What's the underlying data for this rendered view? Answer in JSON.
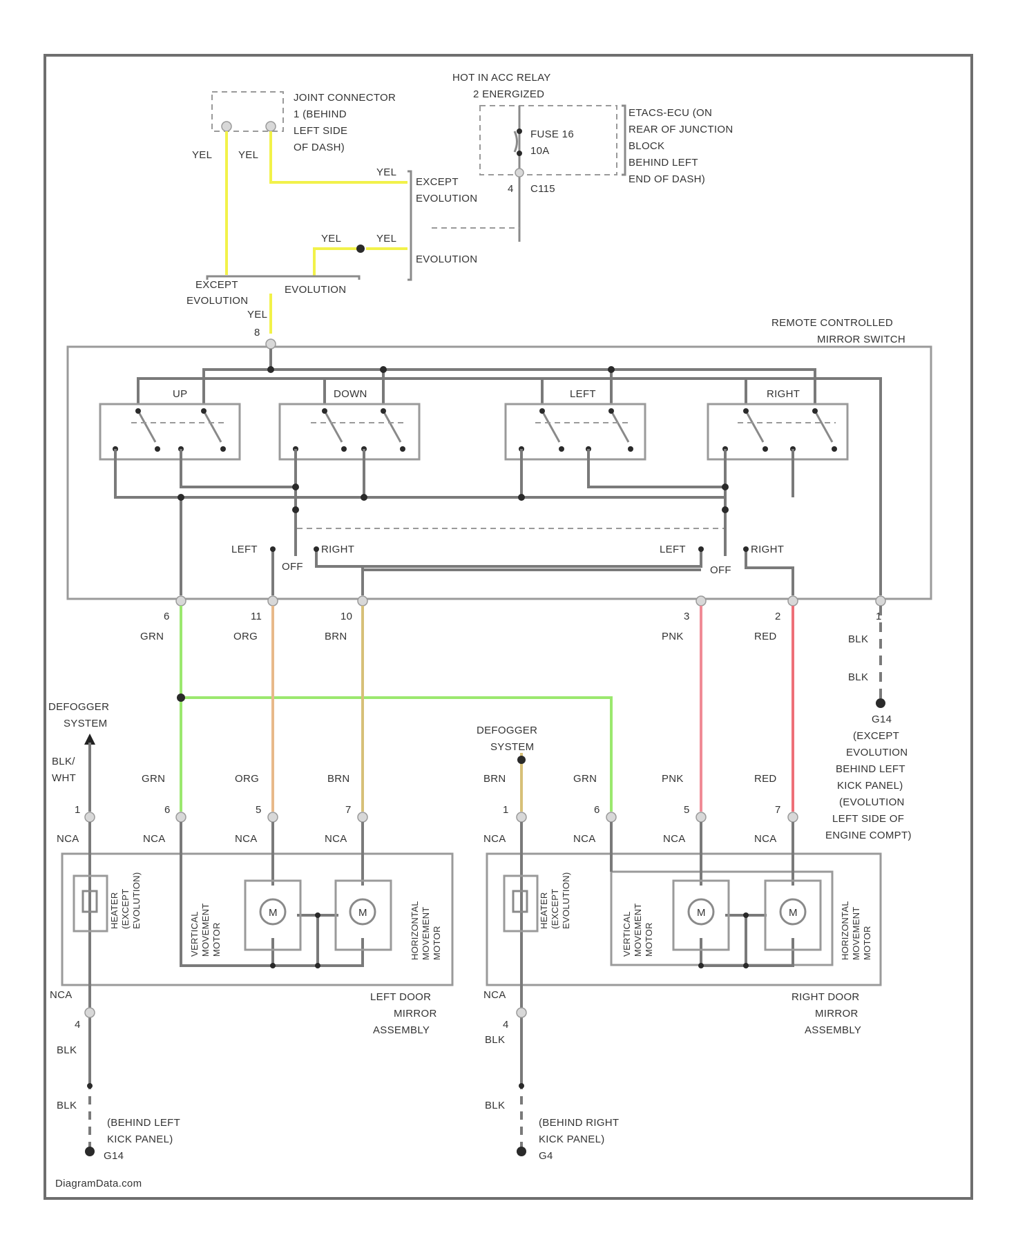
{
  "colors": {
    "yel": "#f2f24a",
    "grn": "#9be86f",
    "org": "#e8b98a",
    "brn": "#d7c078",
    "pnk": "#f08b96",
    "red": "#ee6f78",
    "wire": "#7a7a7a"
  },
  "labels": {
    "joint_connector": [
      "JOINT CONNECTOR",
      "1 (BEHIND",
      "LEFT SIDE",
      "OF DASH)"
    ],
    "hot_relay": [
      "HOT IN ACC RELAY",
      "2 ENERGIZED"
    ],
    "fuse": [
      "FUSE 16",
      "10A"
    ],
    "etacs": [
      "ETACS-ECU (ON",
      "REAR OF JUNCTION",
      "BLOCK",
      "BEHIND LEFT",
      "END OF DASH)"
    ],
    "c115": "C115",
    "pin_c115": "4",
    "except_evolution": [
      "EXCEPT",
      "EVOLUTION"
    ],
    "evolution": "EVOLUTION",
    "yel": "YEL",
    "pin_switch_top": "8",
    "remote_switch": [
      "REMOTE CONTROLLED",
      "MIRROR SWITCH"
    ],
    "up": "UP",
    "down": "DOWN",
    "left": "LEFT",
    "right": "RIGHT",
    "off": "OFF",
    "sw_pins": [
      "6",
      "11",
      "10",
      "3",
      "2",
      "1"
    ],
    "grn": "GRN",
    "org": "ORG",
    "brn": "BRN",
    "pnk": "PNK",
    "red": "RED",
    "blk": "BLK",
    "blk_wht": [
      "BLK/",
      "WHT"
    ],
    "defogger": [
      "DEFOGGER",
      "SYSTEM"
    ],
    "ground_main": [
      "G14",
      "(EXCEPT",
      "EVOLUTION",
      "BEHIND LEFT",
      "KICK PANEL)",
      "(EVOLUTION",
      "LEFT SIDE OF",
      "ENGINE COMPT)"
    ],
    "nca": "NCA",
    "left_pins": [
      "1",
      "6",
      "5",
      "7",
      "4"
    ],
    "right_pins": [
      "1",
      "6",
      "5",
      "7",
      "4"
    ],
    "heater": [
      "HEATER",
      "(EXCEPT",
      "EVOLUTION)"
    ],
    "vertical_motor": [
      "VERTICAL",
      "MOVEMENT",
      "MOTOR"
    ],
    "horizontal_motor": [
      "HORIZONTAL",
      "MOVEMENT",
      "MOTOR"
    ],
    "motor_symbol": "M",
    "left_assembly": [
      "LEFT DOOR",
      "MIRROR",
      "ASSEMBLY"
    ],
    "right_assembly": [
      "RIGHT DOOR",
      "MIRROR",
      "ASSEMBLY"
    ],
    "left_ground": [
      "(BEHIND LEFT",
      "KICK PANEL)",
      "G14"
    ],
    "right_ground": [
      "(BEHIND RIGHT",
      "KICK PANEL)",
      "G4"
    ],
    "watermark": "DiagramData.com"
  }
}
